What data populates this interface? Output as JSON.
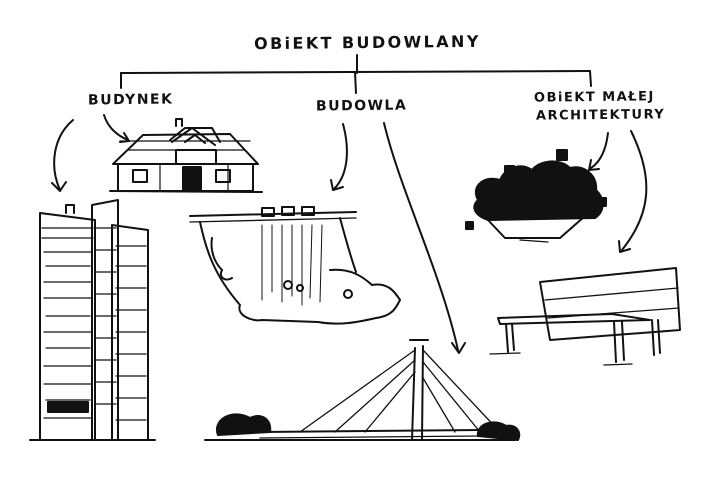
{
  "diagram": {
    "root": {
      "label": "OBiEKT BUDOWLANY"
    },
    "categories": [
      {
        "label": "BUDYNEK"
      },
      {
        "label": "BUDOWLA"
      },
      {
        "label_lines": [
          "OBiEKT MAŁEJ",
          "ARCHITEKTURY"
        ]
      }
    ],
    "illustrations": [
      "house-icon",
      "tower-building-icon",
      "dam-waterfall-icon",
      "cable-bridge-icon",
      "planter-icon",
      "bench-icon"
    ]
  },
  "colors": {
    "ink": "#111111",
    "background": "#ffffff"
  }
}
